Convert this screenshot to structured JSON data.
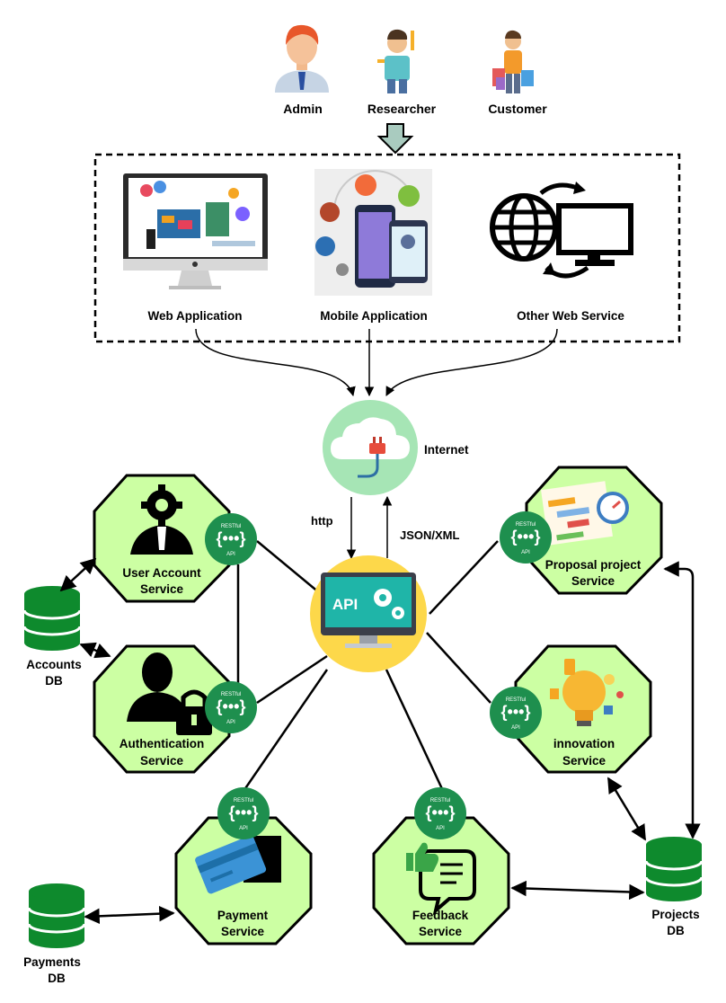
{
  "actors": [
    {
      "id": "admin",
      "label": "Admin",
      "icon": "admin-avatar-icon"
    },
    {
      "id": "researcher",
      "label": "Researcher",
      "icon": "researcher-avatar-icon"
    },
    {
      "id": "customer",
      "label": "Customer",
      "icon": "customer-avatar-icon"
    }
  ],
  "clients": [
    {
      "id": "web",
      "label": "Web Application",
      "icon": "web-app-monitor-icon"
    },
    {
      "id": "mobile",
      "label": "Mobile Application",
      "icon": "mobile-app-icon"
    },
    {
      "id": "other",
      "label": "Other Web Service",
      "icon": "globe-monitor-icon"
    }
  ],
  "internet": {
    "label": "Internet",
    "icon": "cloud-plug-icon"
  },
  "connections": {
    "request": "http",
    "response": "JSON/XML"
  },
  "gateway": {
    "badge": "API",
    "icon": "api-monitor-gears-icon"
  },
  "services": [
    {
      "id": "user-account",
      "line1": "User Account",
      "line2": "Service",
      "icon": "businessman-gear-icon"
    },
    {
      "id": "authentication",
      "line1": "Authentication",
      "line2": "Service",
      "icon": "user-lock-icon"
    },
    {
      "id": "payment",
      "line1": "Payment",
      "line2": "Service",
      "icon": "credit-card-icon"
    },
    {
      "id": "feedback",
      "line1": "Feedback",
      "line2": "Service",
      "icon": "thumbs-up-chat-icon"
    },
    {
      "id": "innovation",
      "line1": "innovation",
      "line2": "Service",
      "icon": "lightbulb-icon"
    },
    {
      "id": "proposal",
      "line1": "Proposal project",
      "line2": "Service",
      "icon": "project-plan-icon"
    }
  ],
  "restful_badge": {
    "top": "RESTful",
    "middle": "{•••}",
    "bottom": "API"
  },
  "databases": [
    {
      "id": "accounts",
      "line1": "Accounts",
      "line2": "DB"
    },
    {
      "id": "payments",
      "line1": "Payments",
      "line2": "DB"
    },
    {
      "id": "projects",
      "line1": "Projects",
      "line2": "DB"
    }
  ],
  "colors": {
    "service_fill": "#ccffa3",
    "restful_badge": "#1e8f4e",
    "database": "#0e8a2d",
    "internet_circle": "#a6e5b5",
    "gateway_circle": "#fdd84a",
    "down_arrow": "#a9cbbf"
  }
}
